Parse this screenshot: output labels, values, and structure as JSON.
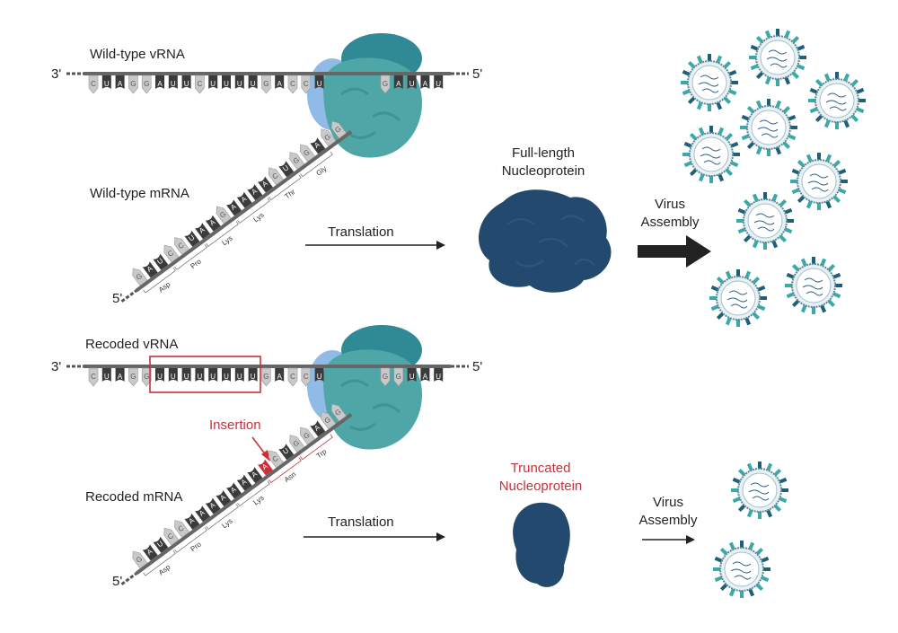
{
  "top": {
    "vrna_label": "Wild-type vRNA",
    "three_prime": "3'",
    "five_prime": "5'",
    "vrna_left": [
      "C",
      "U",
      "A",
      "G",
      "G",
      "A",
      "U",
      "U",
      "C",
      "U",
      "U",
      "U",
      "U",
      "G",
      "A",
      "C",
      "C",
      "U"
    ],
    "vrna_right": [
      "G",
      "A",
      "U",
      "A",
      "U"
    ],
    "mrna_label": "Wild-type mRNA",
    "mrna_five_prime": "5'",
    "mrna": [
      "G",
      "A",
      "U",
      "C",
      "C",
      "U",
      "A",
      "A",
      "G",
      "A",
      "A",
      "A",
      "A",
      "C",
      "U",
      "G",
      "G",
      "A",
      "G",
      "G"
    ],
    "codons": [
      "Asp",
      "Pro",
      "Lys",
      "Lys",
      "Thr",
      "Gly"
    ],
    "translation": "Translation",
    "protein": [
      "Full-length",
      "Nucleoprotein"
    ],
    "assembly": [
      "Virus",
      "Assembly"
    ]
  },
  "bottom": {
    "vrna_label": "Recoded vRNA",
    "three_prime": "3'",
    "five_prime": "5'",
    "vrna_left": [
      "C",
      "U",
      "A",
      "G",
      "G",
      "U",
      "U",
      "U",
      "U",
      "U",
      "U",
      "U",
      "U",
      "G",
      "A",
      "C",
      "C",
      "U"
    ],
    "vrna_right": [
      "G",
      "G",
      "U",
      "A",
      "U"
    ],
    "insertion": "Insertion",
    "mrna_label": "Recoded mRNA",
    "mrna_five_prime": "5'",
    "mrna": [
      "G",
      "A",
      "U",
      "C",
      "C",
      "A",
      "A",
      "A",
      "A",
      "A",
      "A",
      "A",
      "A",
      "C",
      "U",
      "G",
      "G",
      "A",
      "G",
      "G"
    ],
    "inserted_index": 12,
    "codons": [
      "Asp",
      "Pro",
      "Lys",
      "Lys",
      "Asn",
      "Trp"
    ],
    "mutant_codons": [
      4,
      5
    ],
    "translation": "Translation",
    "protein": [
      "Truncated",
      "Nucleoprotein"
    ],
    "assembly": [
      "Virus",
      "Assembly"
    ]
  },
  "colors": {
    "dark_nt": "#3b3b3b",
    "light_nt": "#c9c9c9",
    "insertion": "#c8313a",
    "ribosome": "#4fa6a6",
    "ribosome_light": "#8fbbe6",
    "protein": "#234a6e",
    "virus_spike": "#3aaaa8"
  }
}
